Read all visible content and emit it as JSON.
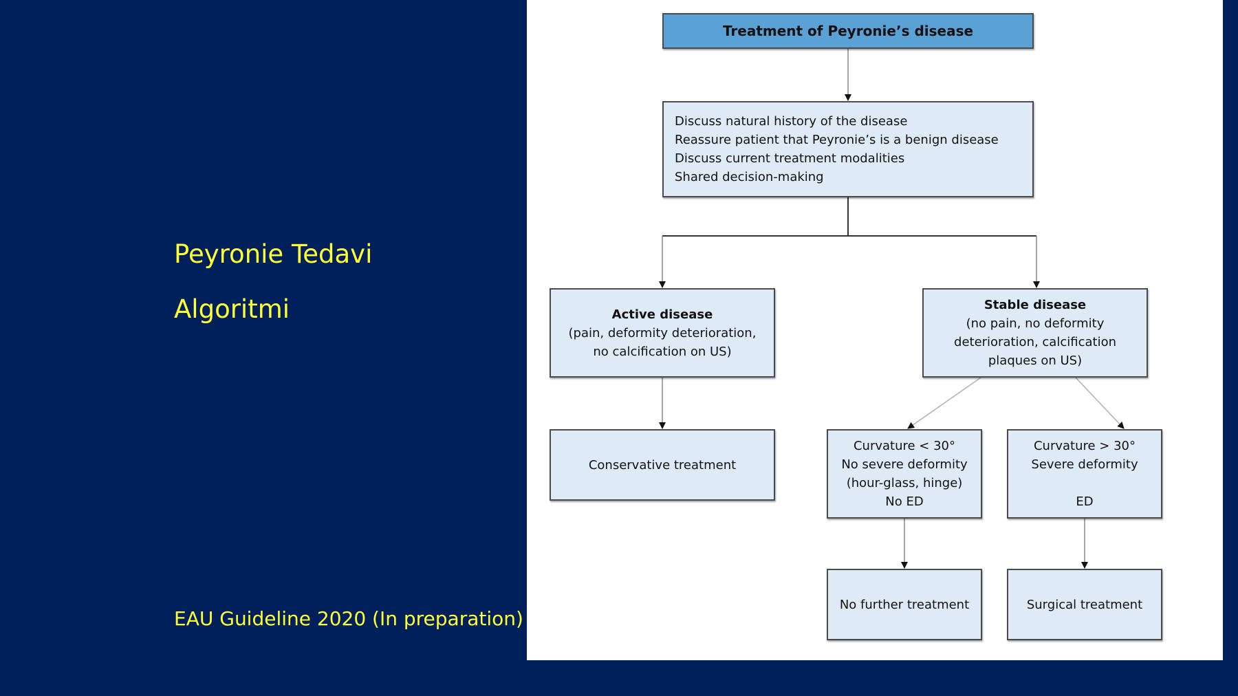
{
  "slide": {
    "title_line1": "Peyronie Tedavi",
    "title_line2": "Algoritmi",
    "source_note": "EAU Guideline 2020 (In preparation)",
    "background_color": "#00205b",
    "text_color": "#ffff33"
  },
  "diagram": {
    "root": {
      "label": "Treatment of Peyronie’s disease",
      "color": "#5aa1d6"
    },
    "discuss": {
      "lines": [
        "Discuss natural history of the disease",
        "Reassure patient that Peyronie’s is a benign disease",
        "Discuss current treatment modalities",
        "Shared decision-making"
      ]
    },
    "active": {
      "title": "Active disease",
      "lines": [
        "(pain, deformity deterioration,",
        "no calcification on US)"
      ]
    },
    "stable": {
      "title": "Stable disease",
      "lines": [
        "(no pain, no deformity",
        "deterioration, calcification",
        "plaques on US)"
      ]
    },
    "conservative": {
      "label": "Conservative treatment"
    },
    "curvature_lt": {
      "lines": [
        "Curvature < 30°",
        "No severe deformity",
        "(hour-glass, hinge)",
        "No ED"
      ]
    },
    "curvature_gt": {
      "lines": [
        "Curvature > 30°",
        "Severe deformity",
        "",
        "ED"
      ]
    },
    "no_further": {
      "label": "No further treatment"
    },
    "surgical": {
      "label": "Surgical treatment"
    },
    "node_fill": "#deebf6",
    "edges": [
      {
        "from": "root",
        "to": "discuss"
      },
      {
        "from": "discuss",
        "to": "active"
      },
      {
        "from": "discuss",
        "to": "stable"
      },
      {
        "from": "active",
        "to": "conservative"
      },
      {
        "from": "stable",
        "to": "curvature_lt"
      },
      {
        "from": "stable",
        "to": "curvature_gt"
      },
      {
        "from": "curvature_lt",
        "to": "no_further"
      },
      {
        "from": "curvature_gt",
        "to": "surgical"
      }
    ]
  }
}
